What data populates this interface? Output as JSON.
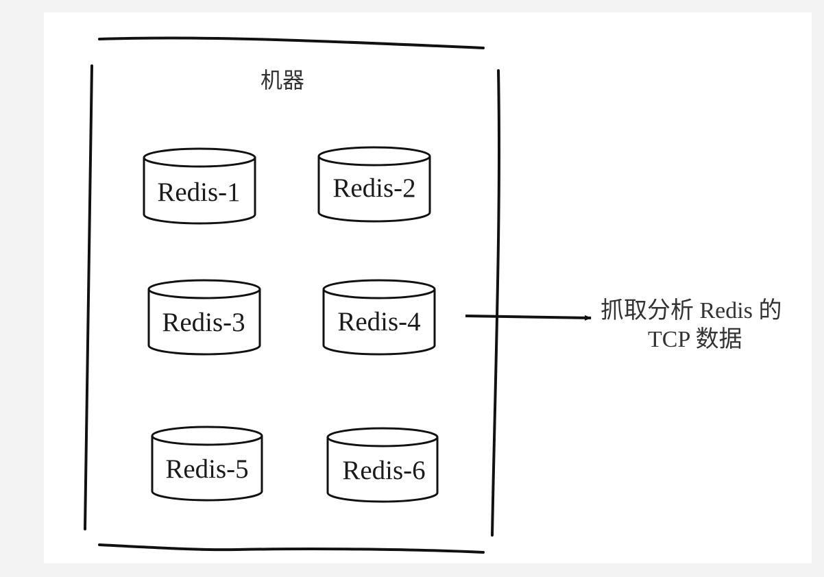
{
  "diagram": {
    "machine_label": "机器",
    "instances": [
      {
        "label": "Redis-1"
      },
      {
        "label": "Redis-2"
      },
      {
        "label": "Redis-3"
      },
      {
        "label": "Redis-4"
      },
      {
        "label": "Redis-5"
      },
      {
        "label": "Redis-6"
      }
    ],
    "annotation": {
      "line1": "抓取分析 Redis 的",
      "line2": "TCP 数据"
    }
  },
  "colors": {
    "ink": "#111111",
    "background": "#ffffff",
    "page": "#f3f3f3"
  }
}
